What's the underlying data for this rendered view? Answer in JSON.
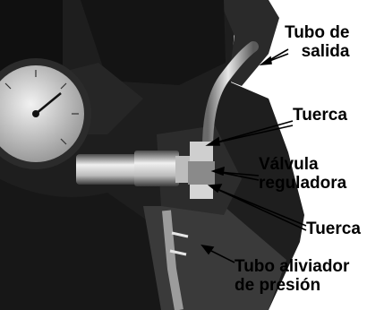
{
  "labels": {
    "outlet_tube": [
      "Tubo de",
      "salida"
    ],
    "nut_top": "Tuerca",
    "regulating_valve": [
      "Válvula",
      "reguladora"
    ],
    "nut_bottom": "Tuerca",
    "pressure_relief_tube": [
      "Tubo aliviador",
      "de presión"
    ]
  }
}
